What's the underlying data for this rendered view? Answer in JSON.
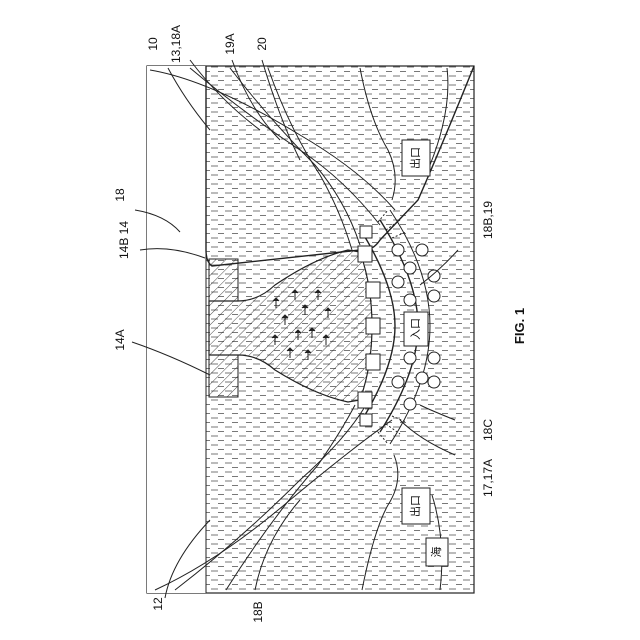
{
  "figure": {
    "label": "FIG. 1",
    "ref_labels": {
      "r12": "12",
      "r14a": "14A",
      "r14b14": "14B 14",
      "r18": "18",
      "r10": "10",
      "r1318a": "13,18A",
      "r19a": "19A",
      "r20": "20",
      "r18b19": "18B,19",
      "r18c": "18C",
      "r1717a": "17,17A",
      "r18b": "18B"
    },
    "boxes": {
      "exit_top": "出口",
      "exit_bottom": "出口",
      "entrance": "入口",
      "sea": "海"
    }
  }
}
